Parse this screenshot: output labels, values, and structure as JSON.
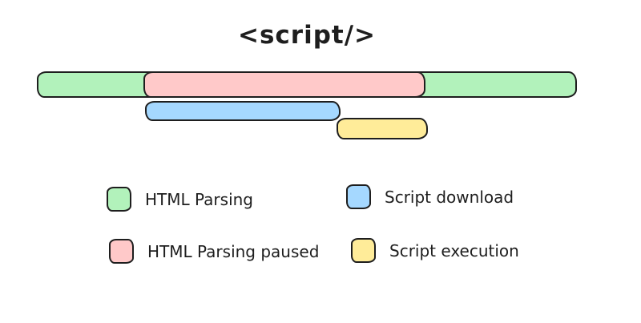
{
  "title": "<script/>",
  "colors": {
    "green": "#b2f2bb",
    "pink": "#ffc9c9",
    "blue": "#a5d8ff",
    "yellow": "#ffec99",
    "stroke": "#1e1e1e",
    "background": "#ffffff"
  },
  "timeline": {
    "bars": [
      {
        "name": "html-parsing",
        "color": "green",
        "meaning": "HTML Parsing"
      },
      {
        "name": "html-parsing-paused",
        "color": "pink",
        "meaning": "HTML Parsing paused"
      },
      {
        "name": "script-download",
        "color": "blue",
        "meaning": "Script download"
      },
      {
        "name": "script-execution",
        "color": "yellow",
        "meaning": "Script execution"
      }
    ]
  },
  "legend": {
    "items": [
      {
        "label": "HTML Parsing",
        "color": "green"
      },
      {
        "label": "Script download",
        "color": "blue"
      },
      {
        "label": "HTML Parsing paused",
        "color": "pink"
      },
      {
        "label": "Script execution",
        "color": "yellow"
      }
    ]
  }
}
